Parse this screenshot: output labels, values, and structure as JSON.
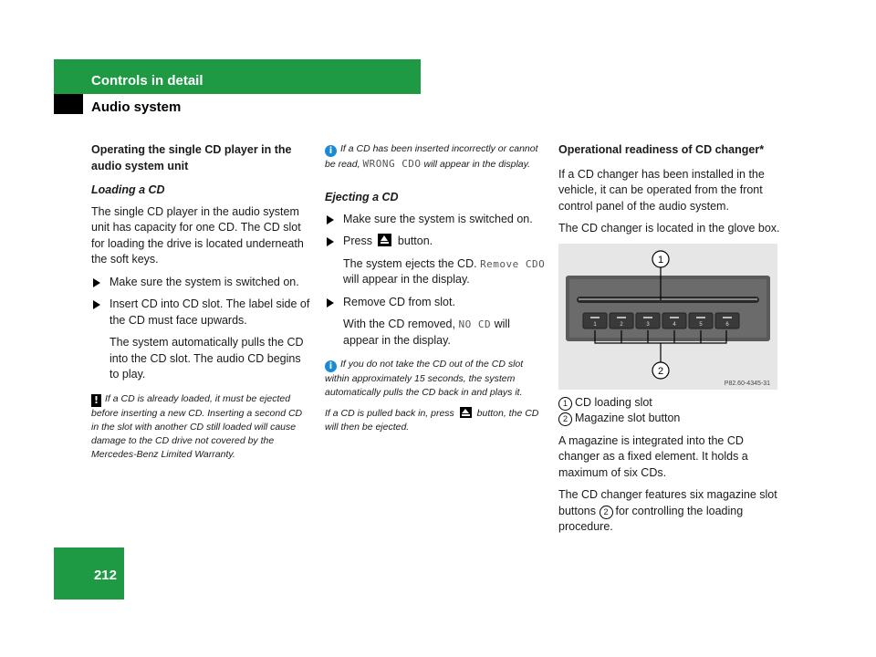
{
  "header": {
    "section": "Controls in detail",
    "subsection": "Audio system"
  },
  "page_number": "212",
  "col1": {
    "heading": "Operating the single CD player in the audio system unit",
    "subheading": "Loading a CD",
    "intro": "The single CD player in the audio system unit has capacity for one CD. The CD slot for loading the drive is located underneath the soft keys.",
    "step1": "Make sure the system is switched on.",
    "step2": "Insert CD into CD slot. The label side of the CD must face upwards.",
    "step2_detail": "The system automatically pulls the CD into the CD slot. The audio CD begins to play.",
    "warning": "If a CD is already loaded, it must be ejected before inserting a new CD. Inserting a second CD in the slot with another CD still loaded will cause damage to the CD drive not covered by the Mercedes-Benz Limited Warranty."
  },
  "col2": {
    "note1_a": "If a CD has been inserted incorrectly or cannot be read,",
    "note1_code": "WRONG CDO",
    "note1_b": "will appear in the display.",
    "subheading": "Ejecting a CD",
    "step1": "Make sure the system is switched on.",
    "step2_a": "Press",
    "step2_b": "button.",
    "step2_detail_a": "The system ejects the CD.",
    "step2_detail_code": "Remove CDO",
    "step2_detail_b": "will appear in the display.",
    "step3": "Remove CD from slot.",
    "step3_detail_a": "With the CD removed,",
    "step3_detail_code": "NO CD",
    "step3_detail_b": "will appear in the display.",
    "note2": "If you do not take the CD out of the CD slot within approximately 15 seconds, the system automatically pulls the CD back in and plays it.",
    "note3_a": "If a CD is pulled back in, press",
    "note3_b": "button, the CD will then be ejected."
  },
  "col3": {
    "heading": "Operational readiness of CD changer*",
    "p1": "If a CD changer has been installed in the vehicle, it can be operated from the front control panel of the audio system.",
    "p2": "The CD changer is located in the glove box.",
    "figure_code": "P82.60-4345-31",
    "callout1": "1",
    "callout2": "2",
    "slot_numbers": [
      "1",
      "2",
      "3",
      "4",
      "5",
      "6"
    ],
    "legend1": "CD loading slot",
    "legend2": "Magazine slot button",
    "p3": "A magazine is integrated into the CD changer as a fixed element. It holds a maximum of six CDs.",
    "p4_a": "The CD changer features six magazine slot buttons",
    "p4_b": "for controlling the loading procedure."
  },
  "colors": {
    "accent_green": "#1e9a45",
    "info_blue": "#1a8ad4"
  }
}
